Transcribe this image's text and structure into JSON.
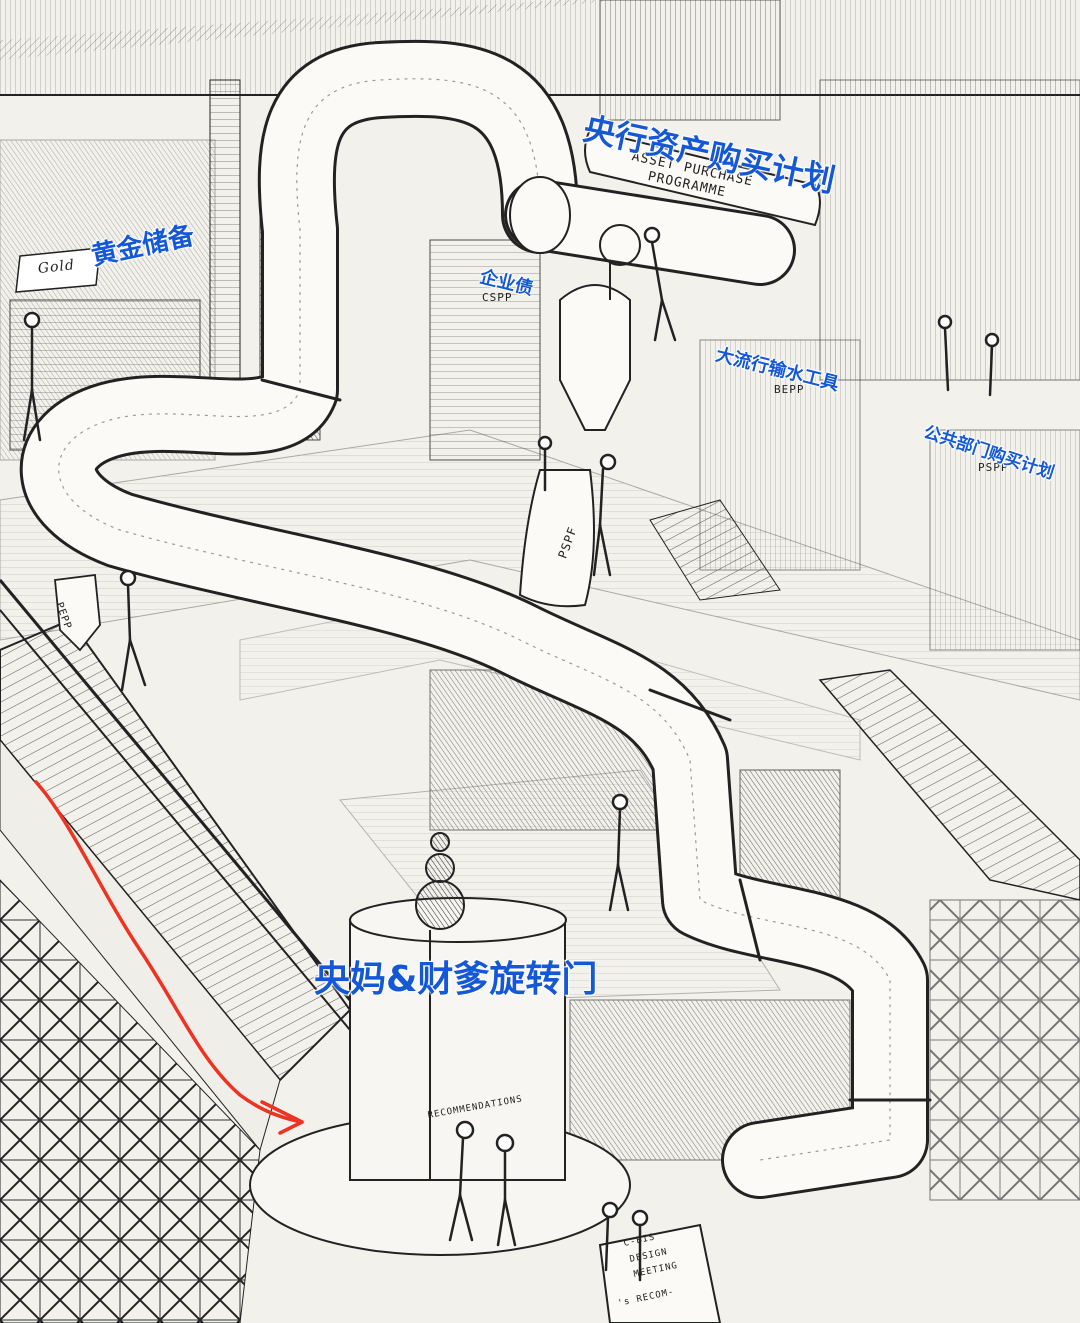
{
  "labels": {
    "apf": "央行资产购买计划",
    "gold": "黄金储备",
    "cspp": "企业债",
    "bepp": "大流行输水工具",
    "pspp": "公共部门购买计划",
    "door": "央妈&财爹旋转门"
  },
  "signs": {
    "asset_line1": "ASSET PURCHASE",
    "asset_line2": "PROGRAMME",
    "gold": "Gold",
    "cspp": "CSPP",
    "bepp": "BEPP",
    "pspp": "PSPP",
    "sack": "PSPF",
    "pepp": "PEPP",
    "recommendations": "RECOMMENDATIONS",
    "meeting_1": "C-BIS",
    "meeting_2": "DESIGN",
    "meeting_3": "MEETING",
    "recom": "'s RECOM-"
  },
  "colors": {
    "label_blue": "#1558d6",
    "arrow_red": "#ee3322",
    "ink": "#222222",
    "paper": "#f3f1ec"
  }
}
